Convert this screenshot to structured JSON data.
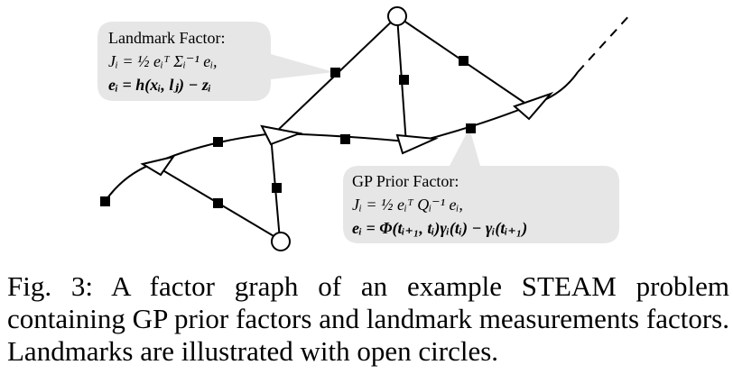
{
  "landmark_callout": {
    "title": "Landmark Factor:",
    "eq1": "Jᵢ = ½ eᵢᵀ Σᵢ⁻¹ eᵢ,",
    "eq2": "eᵢ = h(xᵢ, lⱼ) − zᵢ"
  },
  "gp_callout": {
    "title": "GP Prior Factor:",
    "eq1": "Jᵢ = ½ eᵢᵀ Qᵢ⁻¹ eᵢ,",
    "eq2": "eᵢ = Φ(tᵢ₊₁, tᵢ)γᵢ(tᵢ) − γᵢ(tᵢ₊₁)"
  },
  "caption": "Fig. 3: A factor graph of an example STEAM problem containing GP prior factors and landmark measurements factors. Landmarks are illustrated with open circles.",
  "colors": {
    "callout_fill": "#e6e6e6",
    "stroke": "#000000",
    "factor": "#000000",
    "landmark_fill": "#ffffff"
  },
  "icons": {
    "pose": "triangle-pose-icon",
    "landmark": "open-circle-landmark-icon",
    "factor": "filled-square-factor-icon"
  }
}
